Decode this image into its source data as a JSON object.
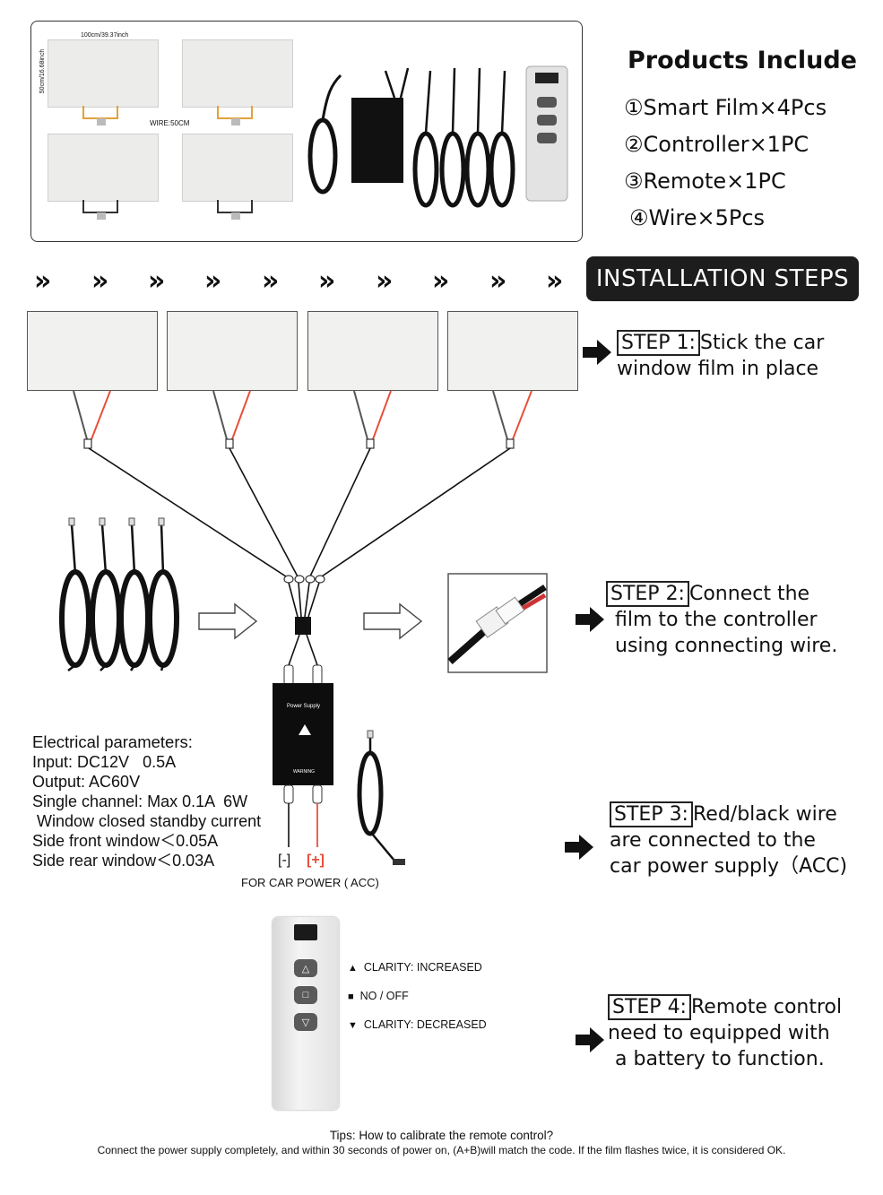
{
  "products": {
    "title": "Products Include",
    "items": [
      "①Smart Film×4Pcs",
      "②Controller×1PC",
      "③Remote×1PC",
      "④Wire×5Pcs"
    ],
    "dim_width": "100cm/39.37inch",
    "dim_height": "50cm/16.68inch",
    "wire_label": "WIRE:50CM"
  },
  "installation": {
    "banner": "INSTALLATION STEPS",
    "chevrons": [
      "»",
      "»",
      "»",
      "»",
      "»",
      "»",
      "»",
      "»",
      "»",
      "»"
    ]
  },
  "steps": [
    {
      "label": "STEP 1:",
      "lines": [
        "Stick the car",
        "window film in place"
      ]
    },
    {
      "label": "STEP 2:",
      "lines": [
        "Connect the",
        "film to the controller",
        "using connecting wire."
      ]
    },
    {
      "label": "STEP 3:",
      "lines": [
        "Red/black wire",
        "are connected to the",
        "car power supply（ACC)"
      ]
    },
    {
      "label": "STEP 4:",
      "lines": [
        "Remote control",
        "need to equipped with",
        "a battery to function."
      ]
    }
  ],
  "electrical": {
    "title": "Electrical parameters:",
    "lines": [
      "Input: DC12V   0.5A",
      "Output: AC60V",
      "Single channel: Max 0.1A  6W",
      " Window closed standby current",
      "Side front window＜0.05A",
      "Side rear window＜0.03A"
    ]
  },
  "power": {
    "minus": "[-]",
    "plus": "[+]",
    "label": "FOR CAR POWER ( ACC)",
    "supply_title": "Power Supply",
    "warning": "WARNING"
  },
  "remote_legend": [
    {
      "symbol": "▲",
      "text": "CLARITY: INCREASED"
    },
    {
      "symbol": "■",
      "text": "NO / OFF"
    },
    {
      "symbol": "▼",
      "text": "CLARITY: DECREASED"
    }
  ],
  "tips": {
    "title": "Tips: How to calibrate the remote control?",
    "body": "Connect the power supply completely, and within 30 seconds of power on, (A+B)will match the code. If the film flashes twice, it is considered OK."
  },
  "colors": {
    "red_wire": "#e8503a",
    "black": "#111111",
    "banner_bg": "#1d1d1d"
  }
}
